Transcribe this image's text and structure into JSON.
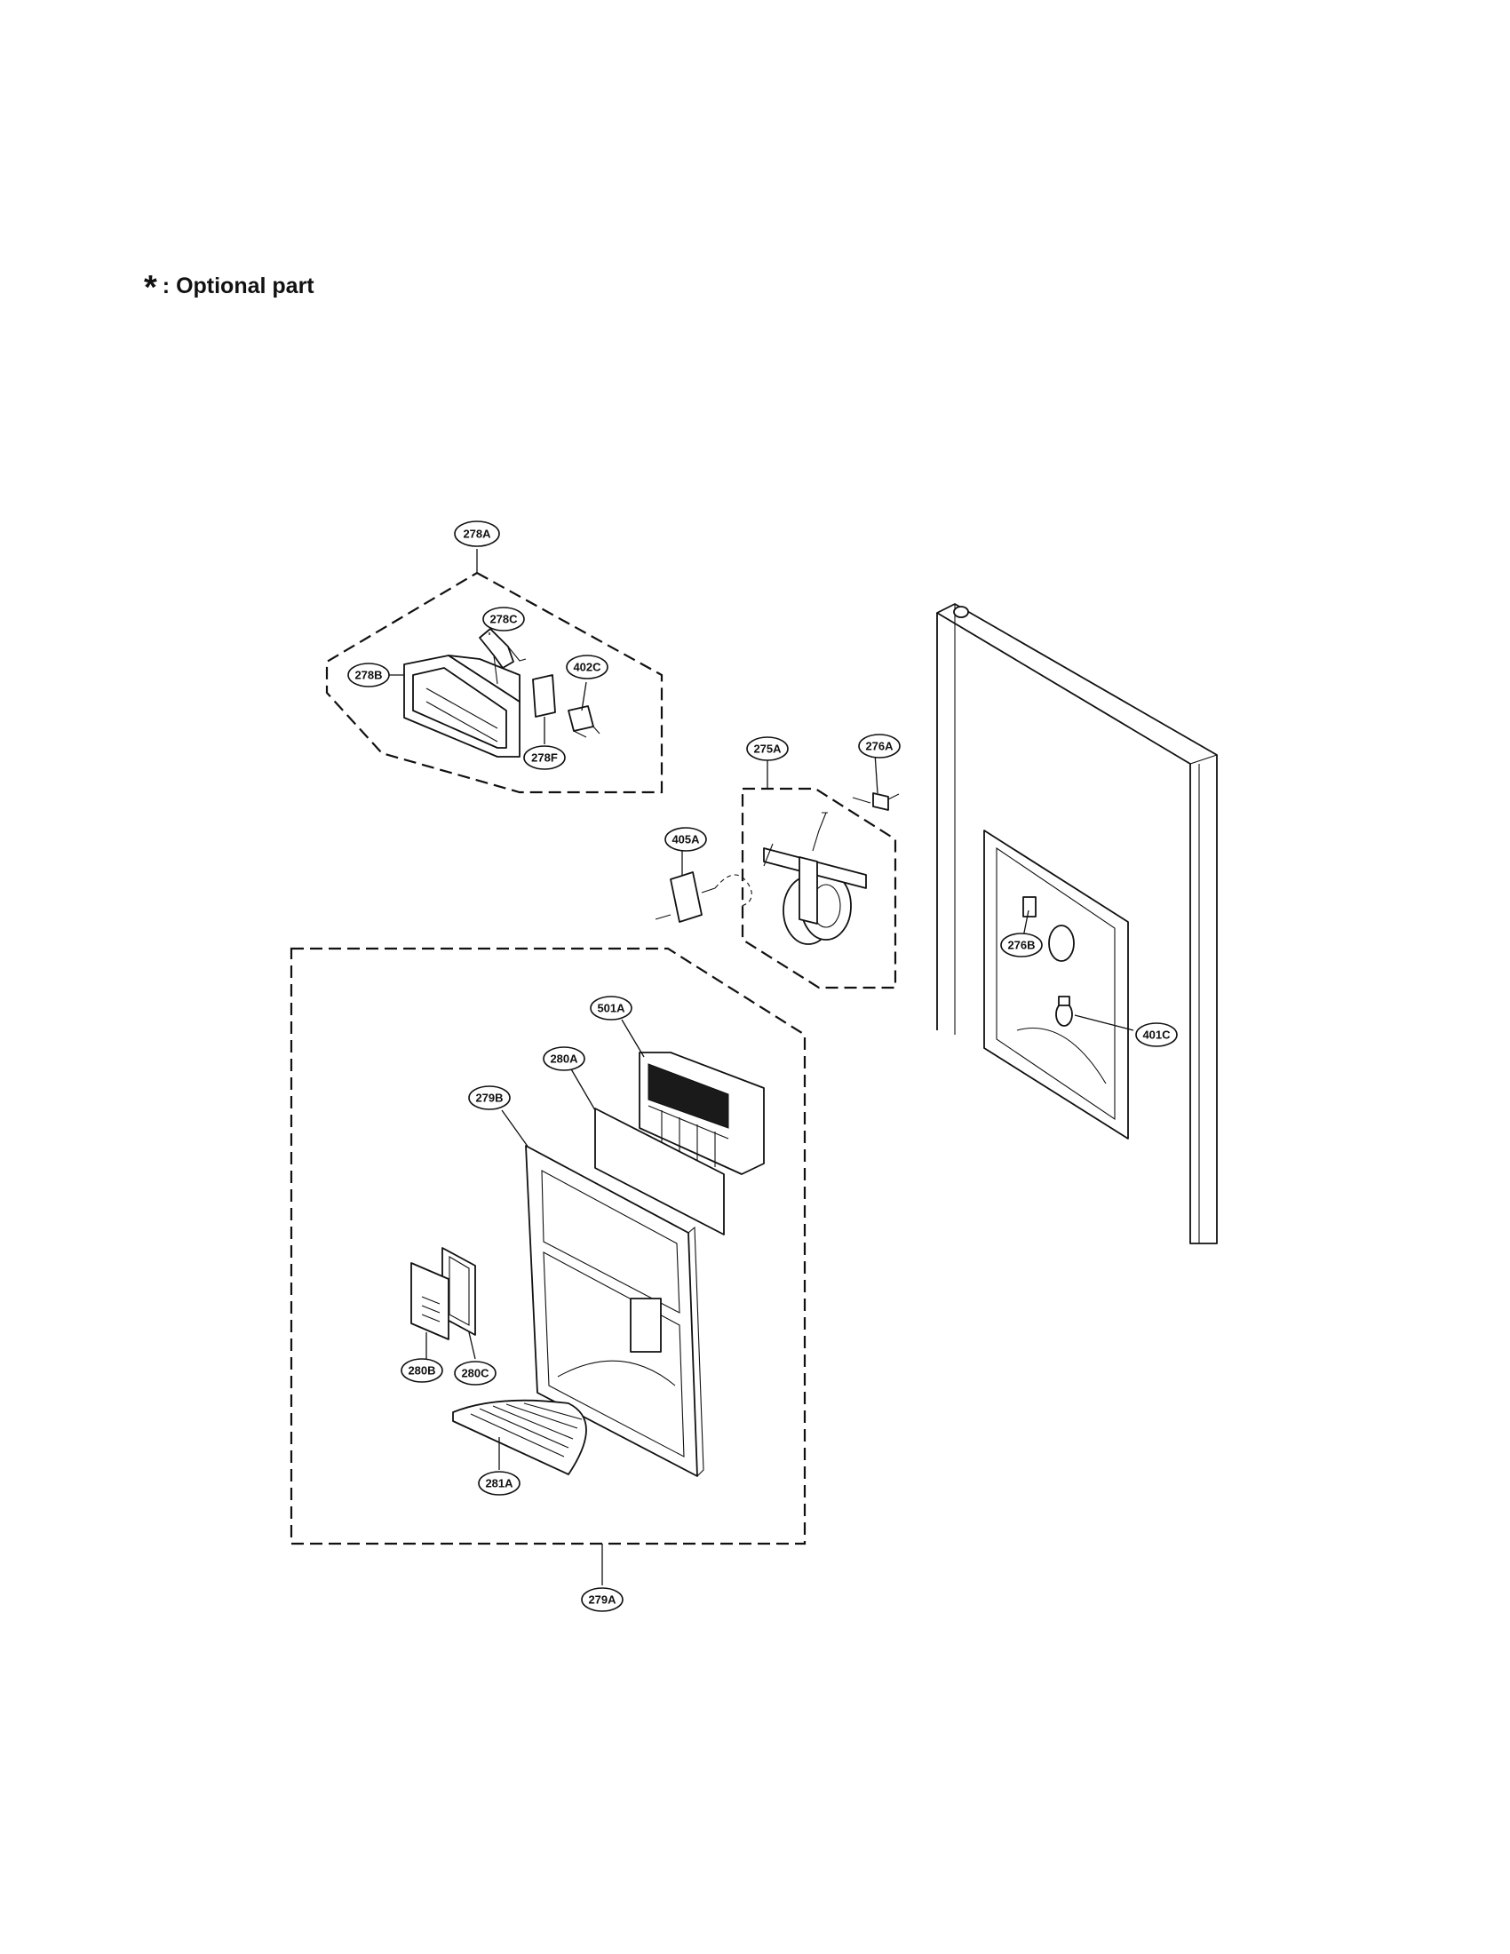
{
  "legend": {
    "symbol": "*",
    "text": ": Optional part"
  },
  "callouts": {
    "c278A": "278A",
    "c278B": "278B",
    "c278C": "278C",
    "c278F": "278F",
    "c402C": "402C",
    "c275A": "275A",
    "c276A": "276A",
    "c405A": "405A",
    "c276B": "276B",
    "c401C": "401C",
    "c501A": "501A",
    "c280A": "280A",
    "c279B": "279B",
    "c280B": "280B",
    "c280C": "280C",
    "c281A": "281A",
    "c279A": "279A"
  }
}
